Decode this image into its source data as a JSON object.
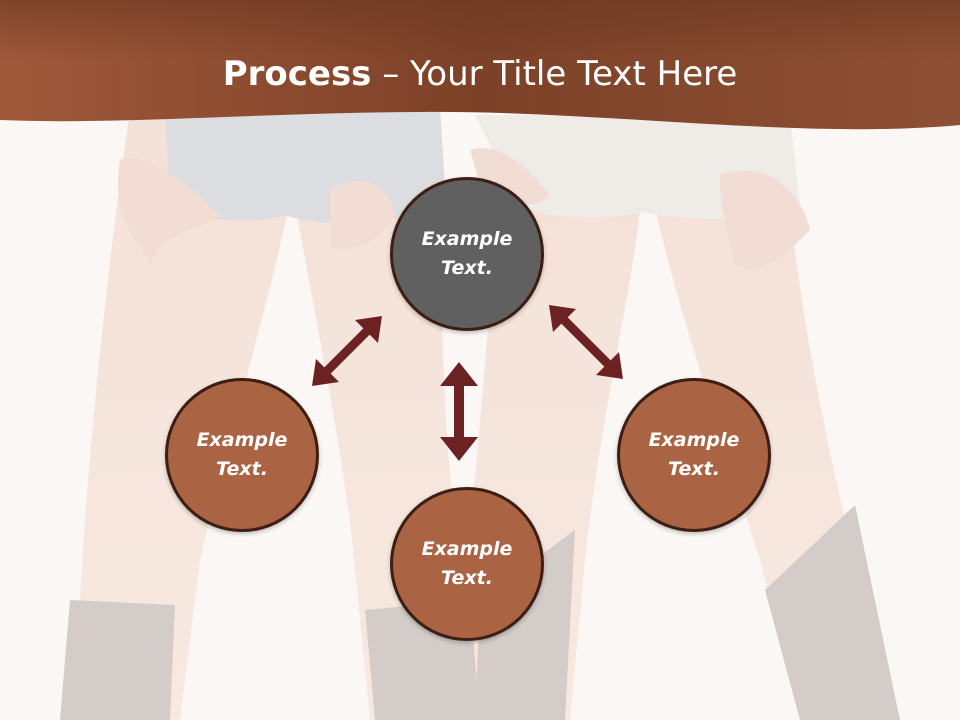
{
  "title": {
    "bold": "Process",
    "rest": " – Your Title Text Here"
  },
  "circles": {
    "top": {
      "line1": "Example",
      "line2": "Text."
    },
    "left": {
      "line1": "Example",
      "line2": "Text."
    },
    "right": {
      "line1": "Example",
      "line2": "Text."
    },
    "bottom": {
      "line1": "Example",
      "line2": "Text."
    }
  },
  "colors": {
    "header_band": "#8a4a2c",
    "circle_grey": "#606060",
    "circle_brown": "#aa6443",
    "arrow": "#6b2222",
    "background": "#fbf7f4"
  }
}
